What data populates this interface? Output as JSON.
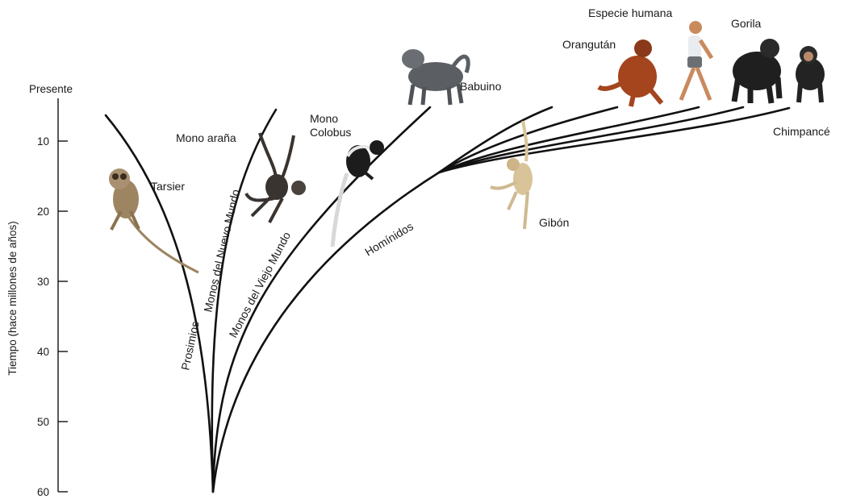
{
  "axis": {
    "title": "Tiempo (hace millones de años)",
    "present_label": "Presente",
    "ticks": [
      "10",
      "20",
      "30",
      "40",
      "50",
      "60"
    ]
  },
  "taxa": {
    "tarsier": "Tarsier",
    "spider_monkey": "Mono araña",
    "colobus_line1": "Mono",
    "colobus_line2": "Colobus",
    "baboon": "Babuino",
    "gibbon": "Gibón",
    "orangutan": "Orangután",
    "human": "Especie humana",
    "gorilla": "Gorila",
    "chimpanzee": "Chimpancé"
  },
  "groups": {
    "prosimians": "Prosimios",
    "new_world": "Monos del Nuevo Mundo",
    "old_world": "Monos del Viejo Mundo",
    "hominids": "Homínidos"
  },
  "colors": {
    "branch": "#111111",
    "tarsier": "#9c8560",
    "spider_monkey": "#3a3430",
    "colobus": "#1c1c1c",
    "baboon": "#5b5f63",
    "gibbon": "#d9c49a",
    "orangutan": "#a4451e",
    "human_skin": "#c98a5e",
    "gorilla": "#1f1f1f",
    "chimpanzee": "#232323"
  },
  "animal_icons": [
    "tarsier-illustration",
    "spider-monkey-illustration",
    "colobus-illustration",
    "baboon-illustration",
    "gibbon-illustration",
    "orangutan-illustration",
    "human-illustration",
    "gorilla-illustration",
    "chimpanzee-illustration"
  ]
}
